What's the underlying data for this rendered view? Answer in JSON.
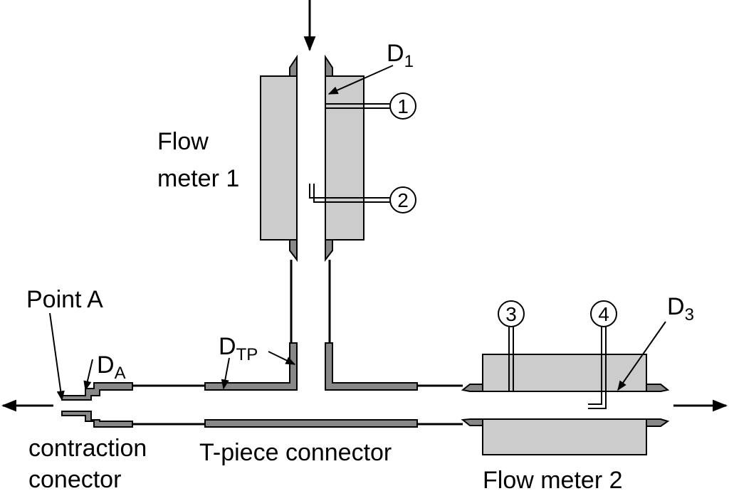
{
  "labels": {
    "flow_meter_1_line1": "Flow",
    "flow_meter_1_line2": "meter 1",
    "flow_meter_2": "Flow meter 2",
    "t_piece": "T-piece connector",
    "contraction_line1": "contraction",
    "contraction_line2": "conector",
    "point_a": "Point A",
    "d1_main": "D",
    "d1_sub": "1",
    "d3_main": "D",
    "d3_sub": "3",
    "da_main": "D",
    "da_sub": "A",
    "dtp_main": "D",
    "dtp_sub": "TP"
  },
  "markers": [
    "1",
    "2",
    "3",
    "4"
  ],
  "colors": {
    "body_fill": "#cccccc",
    "tube_fill": "#888888",
    "line": "#000000"
  }
}
